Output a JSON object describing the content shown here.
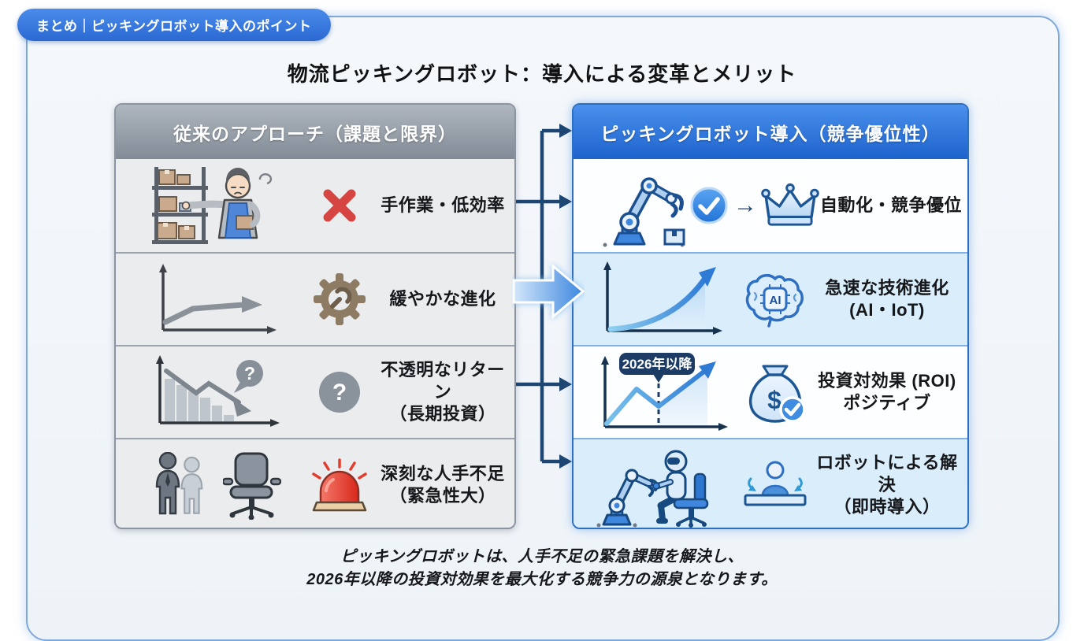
{
  "badge": {
    "label": "まとめ｜ピッキングロボット導入のポイント"
  },
  "title": "物流ピッキングロボット：導入による変革とメリット",
  "left_panel": {
    "header": "従来のアプローチ（課題と限界）",
    "rows": [
      {
        "label": "手作業・低効率",
        "label2": "",
        "illustration": "warehouse-worker-picking",
        "icon": "red-x-icon"
      },
      {
        "label": "緩やかな進化",
        "label2": "",
        "illustration": "slow-growth-chart",
        "icon": "gear-wrench-icon"
      },
      {
        "label": "不透明なリターン",
        "label2": "（長期投資）",
        "illustration": "declining-bar-chart",
        "icon": "question-circle-icon"
      },
      {
        "label": "深刻な人手不足",
        "label2": "（緊急性大）",
        "illustration": "workers-and-empty-chair",
        "icon": "red-siren-icon"
      }
    ]
  },
  "right_panel": {
    "header": "ピッキングロボット導入（競争優位性）",
    "rows": [
      {
        "label": "自動化・競争優位",
        "label2": "",
        "illustration": "picking-robot-arm",
        "icons": "check-circle, arrow-right, crown"
      },
      {
        "label": "急速な技術進化",
        "label2": "(AI・IoT)",
        "illustration": "growth-curve-chart",
        "icon": "ai-brain-icon"
      },
      {
        "label": "投資対効果 (ROI)",
        "label2": "ポジティブ",
        "illustration": "roi-recovery-chart",
        "icon": "money-bag-check-icon"
      },
      {
        "label": "ロボットによる解決",
        "label2": "（即時導入）",
        "illustration": "robot-working-at-desk",
        "icon": "person-desk-replace-icon"
      }
    ]
  },
  "roi_chart": {
    "annotation": "2026年以降"
  },
  "glyphs": {
    "arrow_right": "→",
    "question_mark": "?",
    "ai_chip": "AI",
    "dollar": "$"
  },
  "footer": {
    "line1": "ピッキングロボットは、人手不足の緊急課題を解決し、",
    "line2": "2026年以降の投資対効果を最大化する競争力の源泉となります。"
  },
  "colors": {
    "accent_blue": "#2e7bd6",
    "navy_connector": "#1d4673",
    "alert_red": "#d64541",
    "siren_red": "#e23c2e",
    "gear_brown": "#8d7b63",
    "header_gray": "#8b939e",
    "panel_alt_blue": "#d9edfb",
    "card_border_blue": "#7fa9da"
  }
}
